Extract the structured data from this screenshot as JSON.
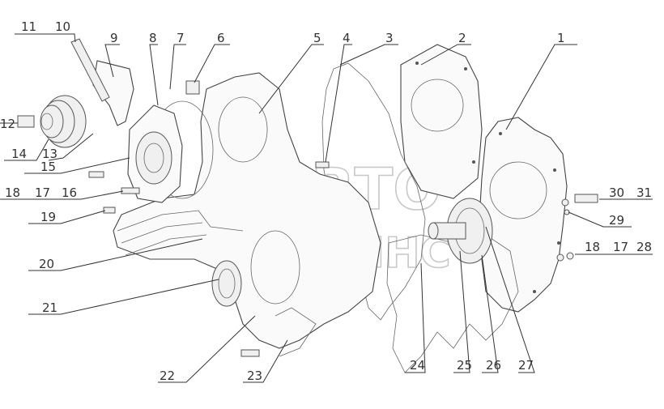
{
  "watermark": {
    "line1": "АВТО",
    "line2": "АЛЬЯНС"
  },
  "callouts": [
    {
      "id": "1",
      "text": "1"
    },
    {
      "id": "2",
      "text": "2"
    },
    {
      "id": "3",
      "text": "3"
    },
    {
      "id": "4",
      "text": "4"
    },
    {
      "id": "5",
      "text": "5"
    },
    {
      "id": "6",
      "text": "6"
    },
    {
      "id": "7",
      "text": "7"
    },
    {
      "id": "8",
      "text": "8"
    },
    {
      "id": "9",
      "text": "9"
    },
    {
      "id": "10",
      "text": "10"
    },
    {
      "id": "11",
      "text": "11"
    },
    {
      "id": "12",
      "text": "12"
    },
    {
      "id": "13",
      "text": "13"
    },
    {
      "id": "14",
      "text": "14"
    },
    {
      "id": "15",
      "text": "15"
    },
    {
      "id": "16",
      "text": "16"
    },
    {
      "id": "17a",
      "text": "17"
    },
    {
      "id": "18a",
      "text": "18"
    },
    {
      "id": "19",
      "text": "19"
    },
    {
      "id": "20",
      "text": "20"
    },
    {
      "id": "21",
      "text": "21"
    },
    {
      "id": "22",
      "text": "22"
    },
    {
      "id": "23",
      "text": "23"
    },
    {
      "id": "24",
      "text": "24"
    },
    {
      "id": "25",
      "text": "25"
    },
    {
      "id": "26",
      "text": "26"
    },
    {
      "id": "27",
      "text": "27"
    },
    {
      "id": "28",
      "text": "28"
    },
    {
      "id": "29",
      "text": "29"
    },
    {
      "id": "30",
      "text": "30"
    },
    {
      "id": "31",
      "text": "31"
    },
    {
      "id": "17b",
      "text": "17"
    },
    {
      "id": "18b",
      "text": "18"
    }
  ]
}
